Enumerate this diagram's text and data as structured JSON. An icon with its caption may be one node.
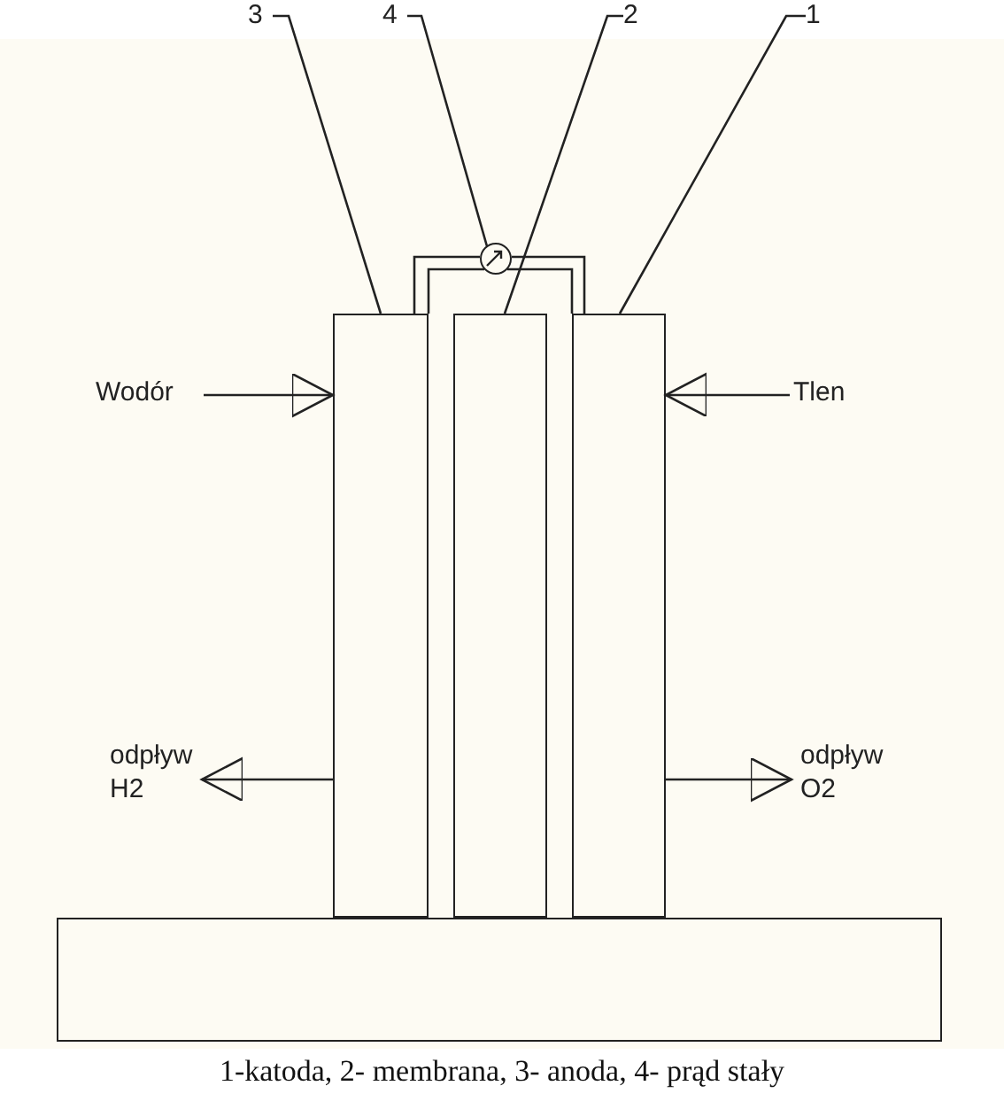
{
  "diagram": {
    "caption": "1-katoda, 2- membrana, 3- anoda, 4- prąd stały",
    "nodes": [
      {
        "text": [
          "3"
        ]
      },
      {
        "text": [
          "4"
        ]
      },
      {
        "text": [
          "2"
        ]
      },
      {
        "text": [
          "1"
        ]
      },
      {
        "text": [
          "Wodór"
        ]
      },
      {
        "text": [
          "Tlen"
        ]
      },
      {
        "text": [
          "odpływ H2"
        ]
      },
      {
        "text": [
          "odpływ O2"
        ]
      },
      {
        "text": [],
        "shape": "box"
      },
      {
        "text": [],
        "shape": "circle"
      },
      {
        "text": [],
        "shape": "box"
      },
      {
        "text": [],
        "shape": "box"
      },
      {
        "text": [],
        "shape": "box"
      }
    ],
    "edges": [
      {
        "from": 0,
        "to": 8,
        "arrow": "none"
      },
      {
        "from": 1,
        "to": 9,
        "arrow": "none"
      },
      {
        "from": 2,
        "to": 10,
        "arrow": "none"
      },
      {
        "from": 3,
        "to": 11,
        "arrow": "none"
      },
      {
        "from": 4,
        "to": 8,
        "arrow": "to"
      },
      {
        "from": 5,
        "to": 11,
        "arrow": "to"
      },
      {
        "from": 8,
        "to": 6,
        "arrow": "to"
      },
      {
        "from": 11,
        "to": 7,
        "arrow": "to"
      },
      {
        "from": 8,
        "to": 9,
        "arrow": "none"
      },
      {
        "from": 9,
        "to": 11,
        "arrow": "none"
      },
      {
        "from": 8,
        "to": 9,
        "arrow": "none"
      },
      {
        "from": 9,
        "to": 11,
        "arrow": "none"
      }
    ]
  }
}
